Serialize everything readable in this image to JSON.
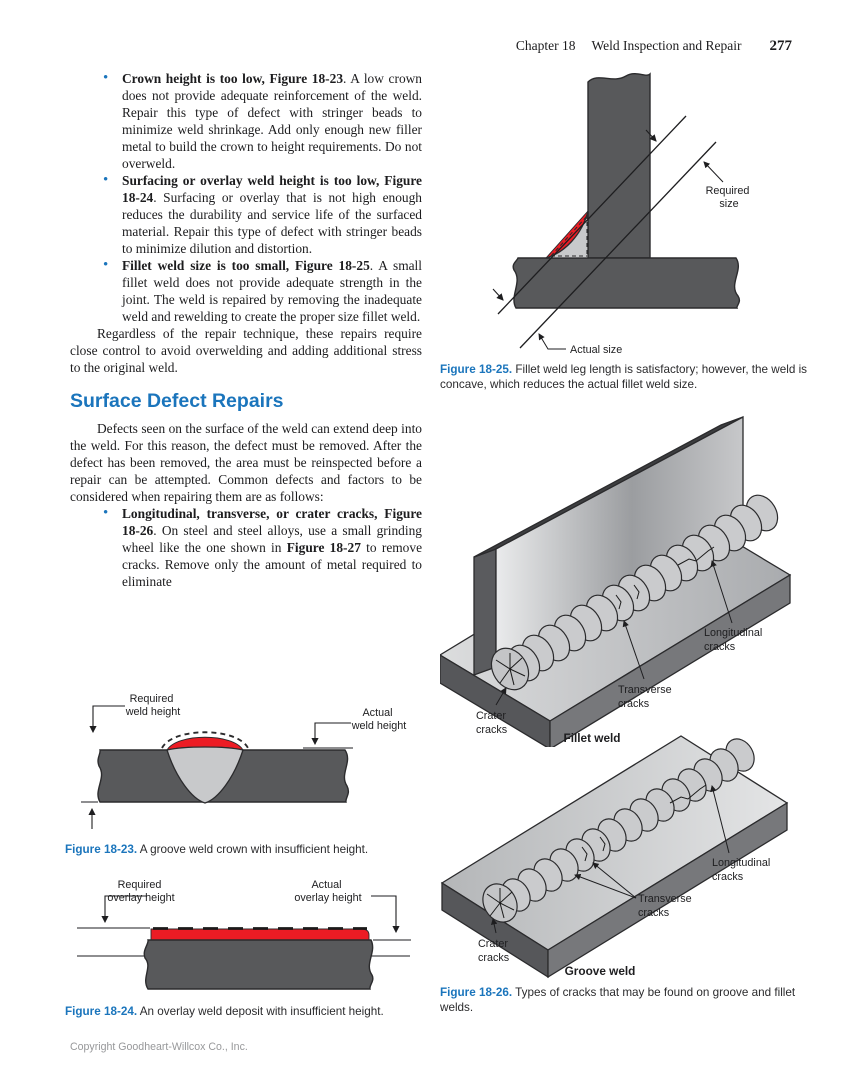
{
  "header": {
    "chapter": "Chapter 18",
    "title": "Weld Inspection and Repair",
    "page_number": "277"
  },
  "left_column": {
    "bullets": [
      {
        "lead": "Crown height is too low, Figure 18-23",
        "rest": ". A low crown does not provide adequate reinforcement of the weld. Repair this type of defect with stringer beads to minimize weld shrinkage. Add only enough new filler metal to build the crown to height requirements. Do not overweld."
      },
      {
        "lead": "Surfacing or overlay weld height is too low, Figure 18-24",
        "rest": ". Surfacing or overlay that is not high enough reduces the durability and service life of the surfaced material. Repair this type of defect with stringer beads to minimize dilution and distortion."
      },
      {
        "lead": "Fillet weld size is too small, Figure 18-25",
        "rest": ". A small fillet weld does not provide adequate strength in the joint. The weld is repaired by removing the inadequate weld and rewelding to create the proper size fillet weld."
      }
    ],
    "closing_paragraph": "Regardless of the repair technique, these repairs require close control to avoid overwelding and adding additional stress to the original weld.",
    "section_heading": "Surface Defect Repairs",
    "section_paragraph": "Defects seen on the surface of the weld can extend deep into the weld. For this reason, the defect must be removed. After the defect has been removed, the area must be reinspected before a repair can be attempted. Common defects and factors to be considered when repairing them are as follows:",
    "crack_bullet": {
      "lead": "Longitudinal, transverse, or crater cracks, Figure 18-26",
      "mid": ". On steel and steel alloys, use a small grinding wheel like the one shown in ",
      "bold_ref": "Figure 18-27",
      "rest": " to remove cracks. Remove only the amount of metal required to eliminate"
    }
  },
  "figure_23": {
    "caption_label": "Figure 18-23.",
    "caption_text": " A groove weld crown with insufficient height.",
    "labels": {
      "required_line1": "Required",
      "required_line2": "weld height",
      "actual_line1": "Actual",
      "actual_line2": "weld height"
    }
  },
  "figure_24": {
    "caption_label": "Figure 18-24.",
    "caption_text": " An overlay weld deposit with insufficient height.",
    "labels": {
      "required_line1": "Required",
      "required_line2": "overlay height",
      "actual_line1": "Actual",
      "actual_line2": "overlay height"
    }
  },
  "figure_25": {
    "caption_label": "Figure 18-25.",
    "caption_text": " Fillet weld leg length is satisfactory; however, the weld is concave, which reduces the actual fillet weld size.",
    "labels": {
      "required_line1": "Required",
      "required_line2": "size",
      "actual": "Actual size"
    }
  },
  "figure_26": {
    "caption_label": "Figure 18-26.",
    "caption_text": " Types of cracks that may be found on groove and fillet welds.",
    "fillet": {
      "title": "Fillet weld",
      "longitudinal_line1": "Longitudinal",
      "longitudinal_line2": "cracks",
      "transverse_line1": "Transverse",
      "transverse_line2": "cracks",
      "crater_line1": "Crater",
      "crater_line2": "cracks"
    },
    "groove": {
      "title": "Groove weld",
      "longitudinal_line1": "Longitudinal",
      "longitudinal_line2": "cracks",
      "transverse_line1": "Transverse",
      "transverse_line2": "cracks",
      "crater_line1": "Crater",
      "crater_line2": "cracks"
    }
  },
  "footer": {
    "copyright": "Copyright Goodheart-Willcox Co., Inc."
  },
  "colors": {
    "accent_blue": "#1B75BC",
    "defect_red": "#EC1C24",
    "steel_dark": "#58595B",
    "steel_light": "#C8C9CB"
  }
}
